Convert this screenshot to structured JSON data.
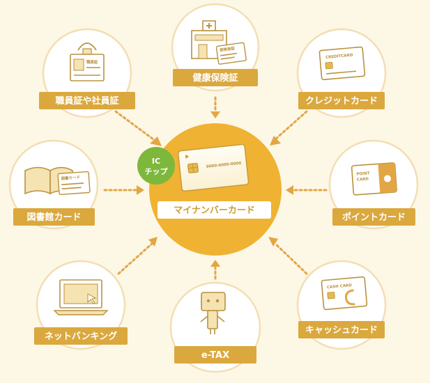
{
  "center": {
    "label": "マイナンバーカード",
    "ic_badge_line1": "IC",
    "ic_badge_line2": "チップ",
    "card_number_text": "0000-0000-0000"
  },
  "nodes": {
    "health": {
      "label": "健康保険証",
      "card_text": "保険者証"
    },
    "employee": {
      "label": "職員証や社員証",
      "badge_text": "職員証"
    },
    "credit": {
      "label": "クレジットカード",
      "card_text": "CREDITCARD"
    },
    "library": {
      "label": "図書館カード",
      "card_text": "図書カード"
    },
    "point": {
      "label": "ポイントカード",
      "card_text_1": "POINT",
      "card_text_2": "CARD"
    },
    "netbank": {
      "label": "ネットバンキング"
    },
    "etax": {
      "label": "e-TAX"
    },
    "cash": {
      "label": "キャッシュカード",
      "card_text": "CASH CARD"
    }
  },
  "colors": {
    "background": "#fdf7e6",
    "center_circle": "#f0b232",
    "label_box": "#dba83e",
    "ic_badge": "#7db83d",
    "arrow": "#e2a644"
  }
}
